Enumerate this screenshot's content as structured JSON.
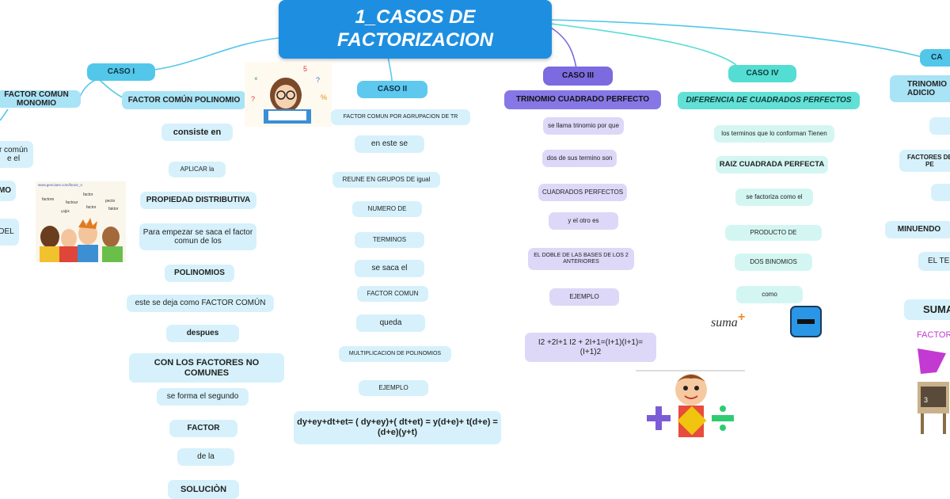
{
  "title": "1_CASOS DE FACTORIZACION",
  "colors": {
    "root": "#1e8fe0",
    "case1": "#53c7ea",
    "case2": "#5ec8ee",
    "case3": "#7b6ae0",
    "case4": "#54ddd3"
  },
  "case1": {
    "label": "CASO I",
    "left_branch": "FACTOR COMÚN MONOMIO",
    "left_items": [
      "r común\ne el",
      "MO",
      "DEL"
    ],
    "branch": "FACTOR COMÚN POLINOMIO",
    "items": [
      "consiste en",
      "APLICAR la",
      "PROPIEDAD DISTRIBUTIVA",
      "Para empezar se saca el factor comun de los",
      "POLINOMIOS",
      "este se deja como FACTOR COMÚN",
      "despues",
      "CON LOS FACTORES NO COMUNES",
      "se forma el segundo",
      "FACTOR",
      "de la",
      "SOLUCIÒN"
    ],
    "image_text": {
      "url": "www.genciaes.com/factor_n",
      "words": [
        "factore",
        "factor",
        "factour",
        "factor",
        "pecto",
        "faktor",
        "çağık"
      ]
    }
  },
  "case2": {
    "label": "CASO II",
    "items": [
      "FACTOR COMUN POR AGRUPACION DE TR",
      "en este se",
      "REUNE EN GRUPOS DE igual",
      "NUMERO DE",
      "TERMINOS",
      "se saca el",
      "FACTOR COMUN",
      "queda",
      "MULTIPLICACION DE POLINOMIOS",
      "EJEMPLO",
      "dy+ey+dt+et= ( dy+ey)+( dt+et) = y(d+e)+ t(d+e) =(d+e)(y+t)"
    ]
  },
  "case3": {
    "label": "CASO III",
    "branch": "TRINOMIO CUADRADO PERFECTO",
    "items": [
      "se llama trinomio por que",
      "dos de sus termino son",
      "CUADRADOS PERFECTOS",
      "y el otro es",
      "EL DOBLE DE LAS BASES DE LOS 2 ANTERIORES",
      "EJEMPLO",
      "I2 +2I+1 I2 + 2I+1=(I+1)(I+1)= (I+1)2"
    ]
  },
  "case4": {
    "label": "CASO IV",
    "branch": "DIFERENCIA DE CUADRADOS PERFECTOS",
    "items": [
      "los terminos que lo conforman Tienen",
      "RAIZ CUADRADA PERFECTA",
      "se factoriza como el",
      "PRODUCTO DE",
      "DOS BINOMIOS",
      "como"
    ],
    "suma_image": "suma",
    "minus_icon": "minus-icon"
  },
  "case5": {
    "label": "CA",
    "items": [
      "TRINOMIO\nADICIO",
      "FACTORES DE\nPE",
      "MINUENDO",
      "EL TER",
      "SUMA",
      "FACTOR"
    ]
  }
}
